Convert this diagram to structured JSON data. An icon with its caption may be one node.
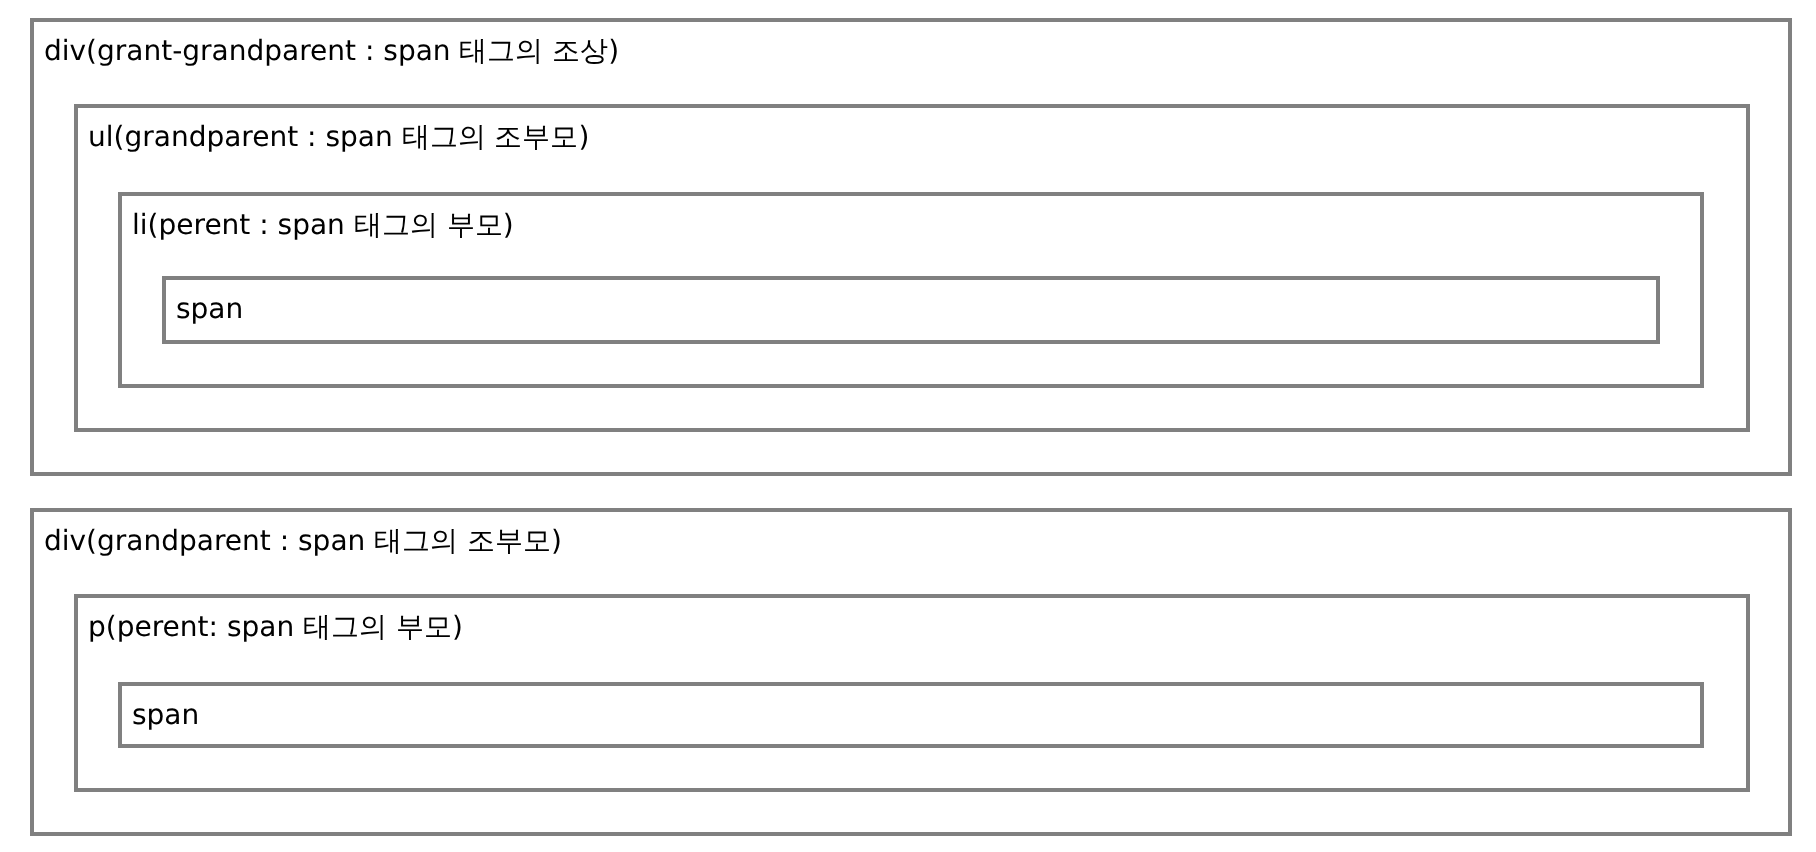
{
  "diagram": {
    "nodes": [
      {
        "text": [
          "div(grant-grandparent : span 태그의 조상)"
        ]
      },
      {
        "text": [
          "ul(grandparent : span 태그의 조부모)"
        ],
        "in": 0
      },
      {
        "text": [
          "li(perent : span 태그의 부모)"
        ],
        "in": 1
      },
      {
        "text": [
          "span"
        ],
        "in": 2
      },
      {
        "text": [
          "div(grandparent : span 태그의 조부모)"
        ]
      },
      {
        "text": [
          "p(perent: span 태그의 부모)"
        ],
        "in": 4
      },
      {
        "text": [
          "span"
        ],
        "in": 5
      }
    ]
  }
}
